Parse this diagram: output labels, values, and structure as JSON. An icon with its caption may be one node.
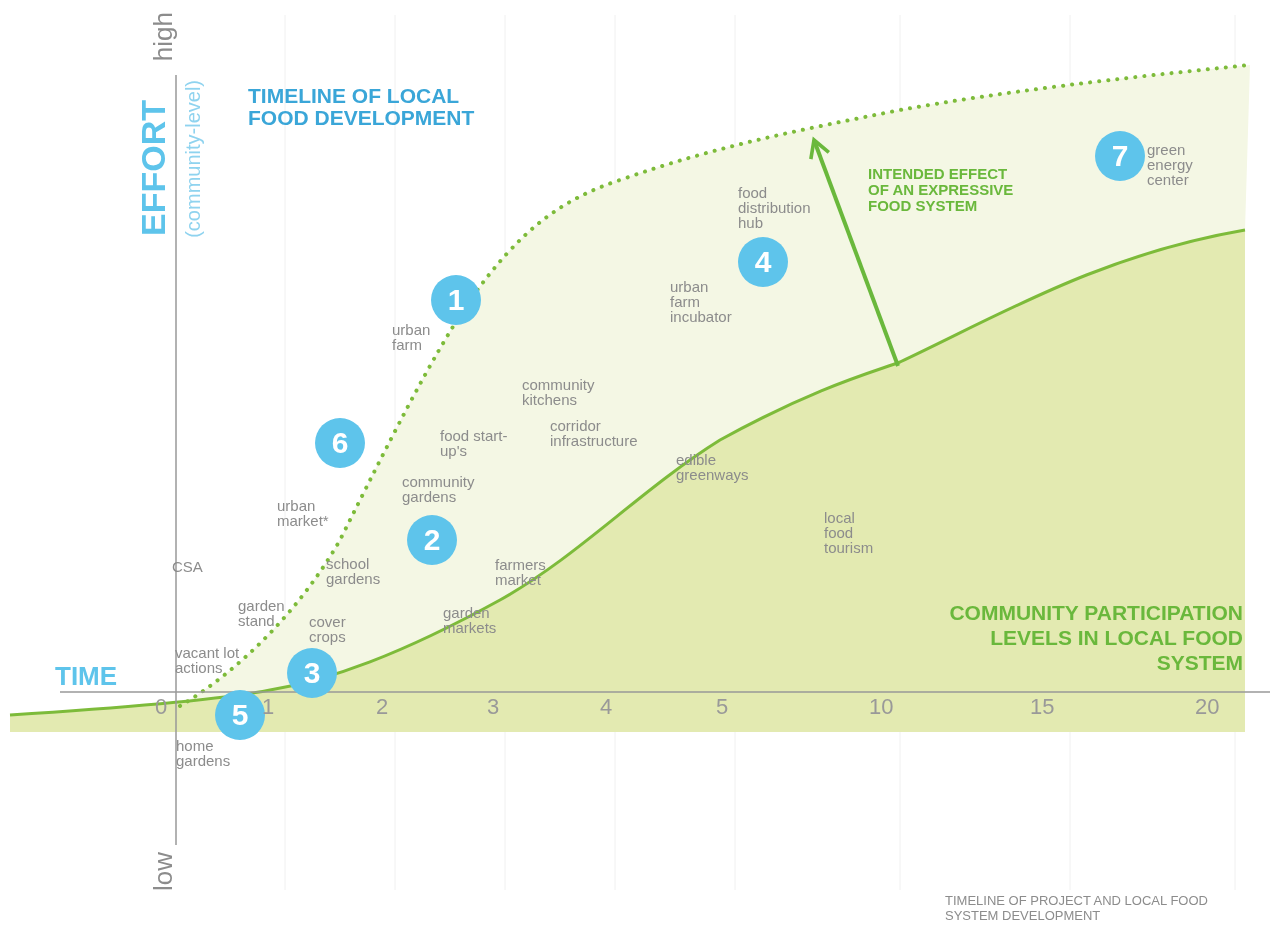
{
  "diagram": {
    "title": "TIMELINE OF LOCAL FOOD DEVELOPMENT",
    "caption": "TIMELINE OF PROJECT AND LOCAL FOOD SYSTEM DEVELOPMENT",
    "nodes": [
      {
        "text": [
          "7"
        ]
      },
      {
        "text": [
          "4"
        ]
      },
      {
        "text": [
          "1"
        ]
      },
      {
        "text": [
          "6"
        ]
      },
      {
        "text": [
          "2"
        ]
      },
      {
        "text": [
          "3"
        ]
      },
      {
        "text": [
          "5"
        ]
      }
    ],
    "labels": [
      "high",
      "EFFORT",
      "(community-level)",
      "green energy center",
      "INTENDED EFFECT OF AN EXPRESSIVE FOOD SYSTEM",
      "food distribution hub",
      "urban farm incubator",
      "urban farm",
      "community kitchens",
      "food start-up's",
      "corridor infrastructure",
      "edible greenways",
      "urban market*",
      "community gardens",
      "local food tourism",
      "CSA",
      "school gardens",
      "farmers market",
      "garden stand",
      "cover crops",
      "garden markets",
      "COMMUNITY PARTICIPATION LEVELS IN LOCAL FOOD SYSTEM",
      "vacant lot actions",
      "TIME",
      "0",
      "1",
      "2",
      "3",
      "4",
      "5",
      "10",
      "15",
      "20",
      "home gardens",
      "low"
    ]
  }
}
